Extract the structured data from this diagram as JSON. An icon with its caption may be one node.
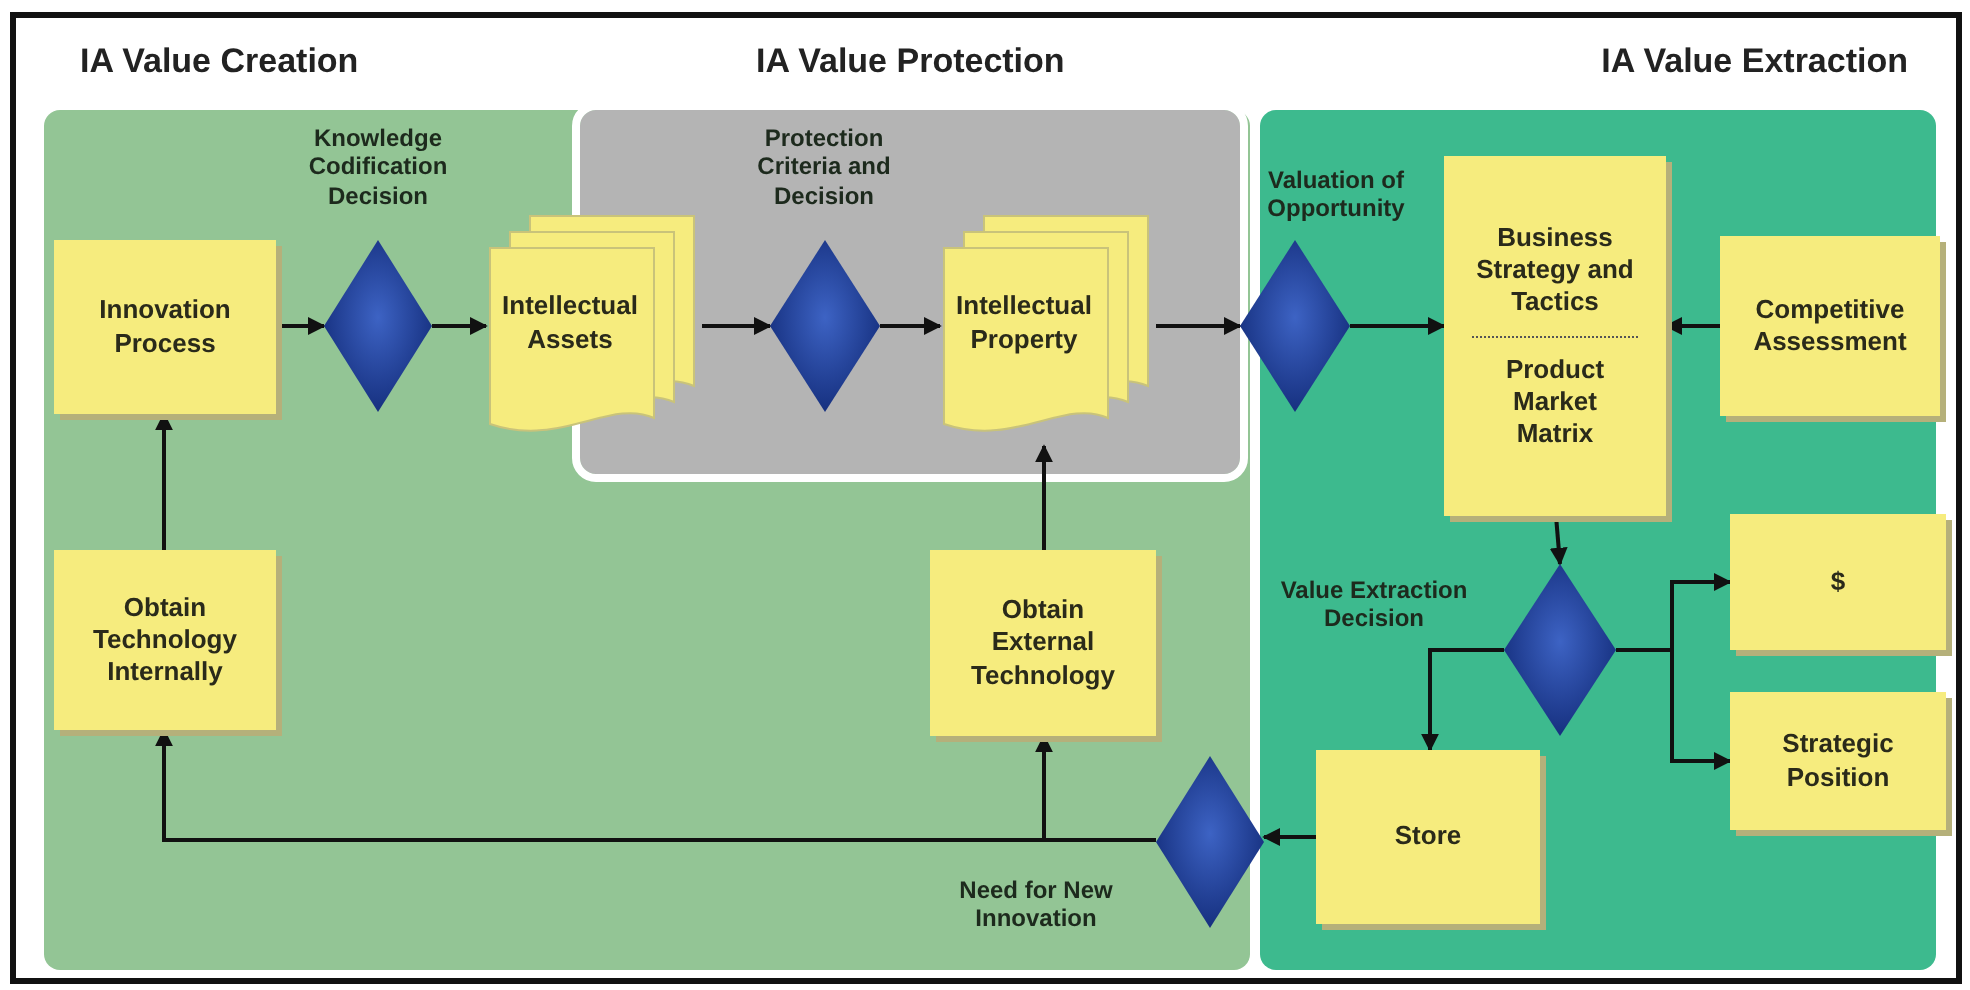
{
  "diagram": {
    "nodes": [
      {
        "text": [
          "IA Value Creation"
        ]
      },
      {
        "text": [
          "IA Value Protection"
        ],
        "in": 0
      },
      {
        "text": [
          "IA Value Extraction"
        ]
      },
      {
        "text": [
          "Innovation Process"
        ],
        "in": 0
      },
      {
        "text": [],
        "shape": "diamond",
        "in": 0,
        "beside": [
          "Knowledge Codification Decision"
        ]
      },
      {
        "text": [
          "Intellectual Assets"
        ],
        "in": 0
      },
      {
        "text": [],
        "shape": "diamond",
        "in": 1,
        "beside": [
          "Protection Criteria and Decision"
        ]
      },
      {
        "text": [
          "Intellectual Property"
        ],
        "in": 1
      },
      {
        "text": [],
        "shape": "diamond",
        "beside": [
          "Valuation of Opportunity"
        ]
      },
      {
        "text": [
          "Business Strategy and Tactics",
          "Product Market Matrix"
        ],
        "in": 2
      },
      {
        "text": [
          "Competitive Assessment"
        ],
        "in": 2
      },
      {
        "text": [],
        "shape": "diamond",
        "in": 2,
        "beside": [
          "Value Extraction Decision"
        ]
      },
      {
        "text": [
          "$"
        ],
        "in": 2
      },
      {
        "text": [
          "Strategic Position"
        ],
        "in": 2
      },
      {
        "text": [
          "Store"
        ],
        "in": 2
      },
      {
        "text": [],
        "shape": "diamond",
        "in": 0,
        "beside": [
          "Need for New Innovation"
        ]
      },
      {
        "text": [
          "Obtain External Technology"
        ],
        "in": 0
      },
      {
        "text": [
          "Obtain Technology Internally"
        ],
        "in": 0
      }
    ],
    "edges": [
      {
        "from": 3,
        "to": 4,
        "arrow": "to"
      },
      {
        "from": 4,
        "to": 5,
        "arrow": "to"
      },
      {
        "from": 5,
        "to": 6,
        "arrow": "to"
      },
      {
        "from": 6,
        "to": 7,
        "arrow": "to"
      },
      {
        "from": 7,
        "to": 8,
        "arrow": "to"
      },
      {
        "from": 8,
        "to": 9,
        "arrow": "to"
      },
      {
        "from": 10,
        "to": 9,
        "arrow": "to"
      },
      {
        "from": 9,
        "to": 11,
        "arrow": "to"
      },
      {
        "from": 11,
        "to": 12,
        "arrow": "to"
      },
      {
        "from": 11,
        "to": 13,
        "arrow": "to"
      },
      {
        "from": 11,
        "to": 14,
        "arrow": "to"
      },
      {
        "from": 14,
        "to": 15,
        "arrow": "to"
      },
      {
        "from": 15,
        "to": 17,
        "arrow": "to"
      },
      {
        "from": 15,
        "to": 16,
        "arrow": "to"
      },
      {
        "from": 17,
        "to": 3,
        "arrow": "to"
      },
      {
        "from": 16,
        "to": 7,
        "arrow": "to"
      }
    ]
  }
}
